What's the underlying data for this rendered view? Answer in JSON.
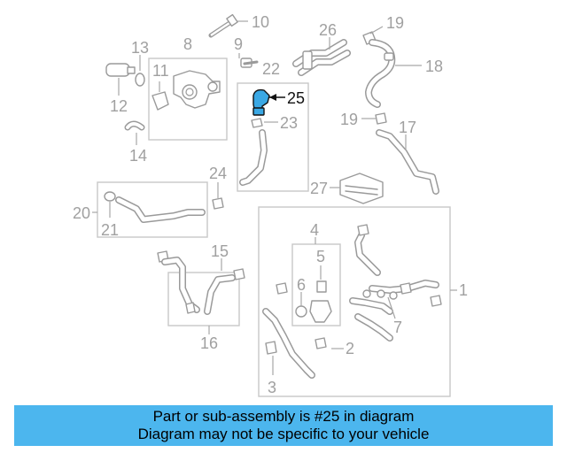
{
  "callouts": {
    "c1": "1",
    "c2": "2",
    "c3": "3",
    "c4": "4",
    "c5": "5",
    "c6": "6",
    "c7": "7",
    "c8": "8",
    "c9": "9",
    "c10": "10",
    "c11": "11",
    "c12": "12",
    "c13": "13",
    "c14": "14",
    "c15": "15",
    "c16": "16",
    "c17": "17",
    "c18": "18",
    "c19a": "19",
    "c19b": "19",
    "c20": "20",
    "c21": "21",
    "c22": "22",
    "c23": "23",
    "c24": "24",
    "c25": "25",
    "c26": "26",
    "c27": "27"
  },
  "highlight": {
    "part": "25",
    "color": "#3aa8e4"
  },
  "banner": {
    "line1": "Part or sub-assembly is #25 in diagram",
    "line2": "Diagram may not be specific to your vehicle",
    "background": "#4cb6ee"
  }
}
